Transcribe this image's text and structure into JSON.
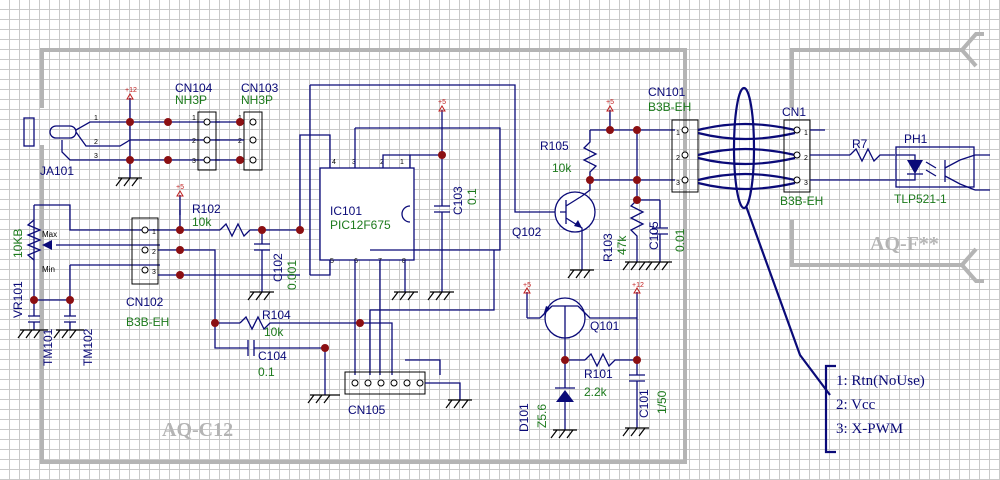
{
  "boards": {
    "main": "AQ-C12",
    "remote": "AQ-F**"
  },
  "connectors": {
    "cn104": {
      "ref": "CN104",
      "type": "NH3P"
    },
    "cn103": {
      "ref": "CN103",
      "type": "NH3P"
    },
    "cn101": {
      "ref": "CN101",
      "type": "B3B-EH"
    },
    "cn1": {
      "ref": "CN1",
      "type": "B3B-EH"
    },
    "cn102": {
      "ref": "CN102",
      "type": "B3B-EH"
    },
    "cn105": {
      "ref": "CN105"
    },
    "ja101": {
      "ref": "JA101"
    }
  },
  "ic": {
    "ref": "IC101",
    "part": "PIC12F675",
    "pins": [
      "4",
      "3",
      "2",
      "1",
      "5",
      "6",
      "7",
      "8"
    ]
  },
  "resistors": {
    "r102": {
      "ref": "R102",
      "value": "10k"
    },
    "r104": {
      "ref": "R104",
      "value": "10k"
    },
    "r105": {
      "ref": "R105",
      "value": "10k"
    },
    "r103": {
      "ref": "R103",
      "value": "47k"
    },
    "r101": {
      "ref": "R101",
      "value": "2.2k"
    },
    "r7": {
      "ref": "R7"
    }
  },
  "capacitors": {
    "c102": {
      "ref": "C102",
      "value": "0.001"
    },
    "c103": {
      "ref": "C103",
      "value": "0.1"
    },
    "c104": {
      "ref": "C104",
      "value": "0.1"
    },
    "c105": {
      "ref": "C105",
      "value": "0.01"
    },
    "c101": {
      "ref": "C101",
      "value": "1/50"
    }
  },
  "transistors": {
    "q102": "Q102",
    "q101": "Q101"
  },
  "diode": {
    "ref": "D101",
    "value": "Z5.6"
  },
  "vr": {
    "ref": "VR101",
    "value": "10KB",
    "max": "Max",
    "min": "Min"
  },
  "thermistors": {
    "tm101": "TM101",
    "tm102": "TM102"
  },
  "photocoupler": {
    "ref": "PH1",
    "part": "TLP521-1"
  },
  "power": {
    "p5": "+5",
    "p12": "+12"
  },
  "pin_numbers": {
    "one": "1",
    "two": "2",
    "three": "3",
    "four": "4",
    "five": "5",
    "six": "6"
  },
  "legend": [
    "1: Rtn(NoUse)",
    "2: Vcc",
    "3: X-PWM"
  ],
  "colors": {
    "wire": "#0a0a78",
    "junction": "#8b0f12",
    "value_text": "#1c7a1c",
    "board_outline": "#b4b4b4",
    "grid": "#c9c9c9"
  }
}
